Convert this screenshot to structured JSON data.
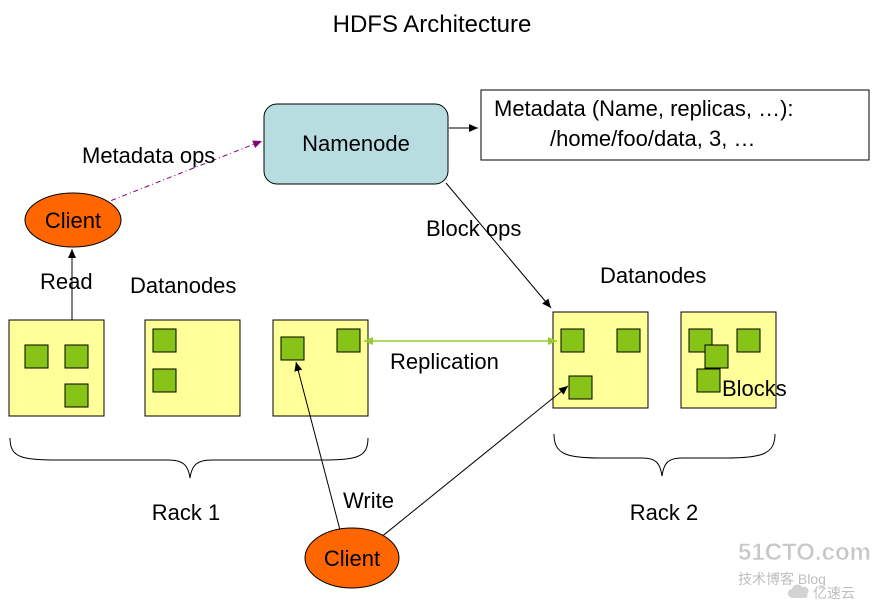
{
  "title": "HDFS Architecture",
  "namenode": {
    "label": "Namenode"
  },
  "metadata_box": {
    "line1": "Metadata (Name, replicas, …):",
    "line2": "/home/foo/data, 3, …"
  },
  "labels": {
    "metadata_ops": "Metadata ops",
    "block_ops": "Block ops",
    "read": "Read",
    "write": "Write",
    "replication": "Replication",
    "blocks": "Blocks",
    "datanodes_left": "Datanodes",
    "datanodes_right": "Datanodes",
    "rack1": "Rack 1",
    "rack2": "Rack 2"
  },
  "clients": {
    "top": "Client",
    "bottom": "Client"
  },
  "watermark": {
    "brand": "51CTO.com",
    "sub": "技术博客  Blog",
    "corner": "亿速云"
  },
  "colors": {
    "client_fill": "#ff6600",
    "namenode_fill": "#b8dde0",
    "datanode_fill": "#ffff99",
    "block_fill": "#88c418",
    "metadata_arrow": "#800080",
    "replication_arrow": "#99cc33"
  }
}
